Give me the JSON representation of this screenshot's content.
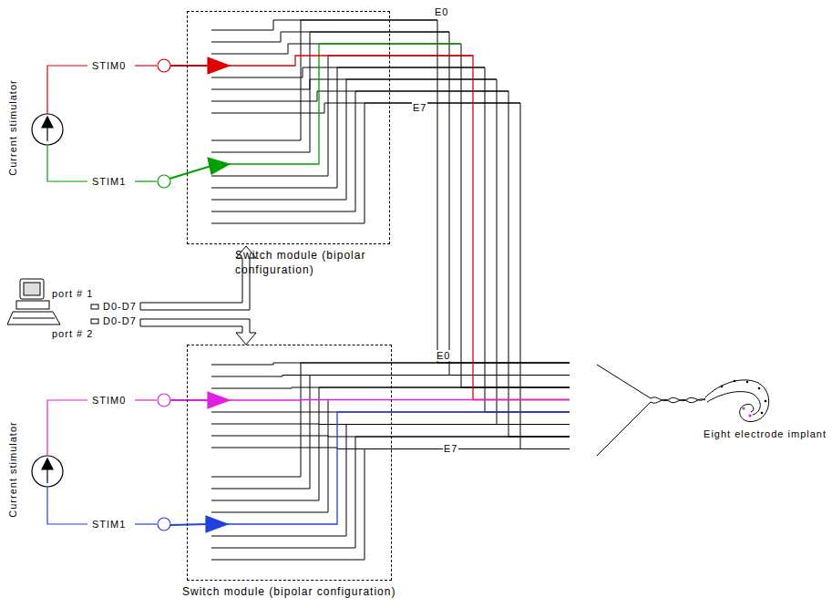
{
  "diagram": {
    "nodes": [
      {
        "text": [
          "Switch module (bipolar configuration)"
        ]
      },
      {
        "text": [
          "Switch module (bipolar configuration)"
        ]
      }
    ],
    "labels": [
      "Current stimulator",
      "STIM0",
      "STIM1",
      "E0",
      "E7",
      "port # 1",
      "D0-D7",
      "D0-D7",
      "port # 2",
      "Current stimulator",
      "STIM0",
      "STIM1",
      "E0",
      "E7",
      "Eight electrode implant"
    ]
  }
}
